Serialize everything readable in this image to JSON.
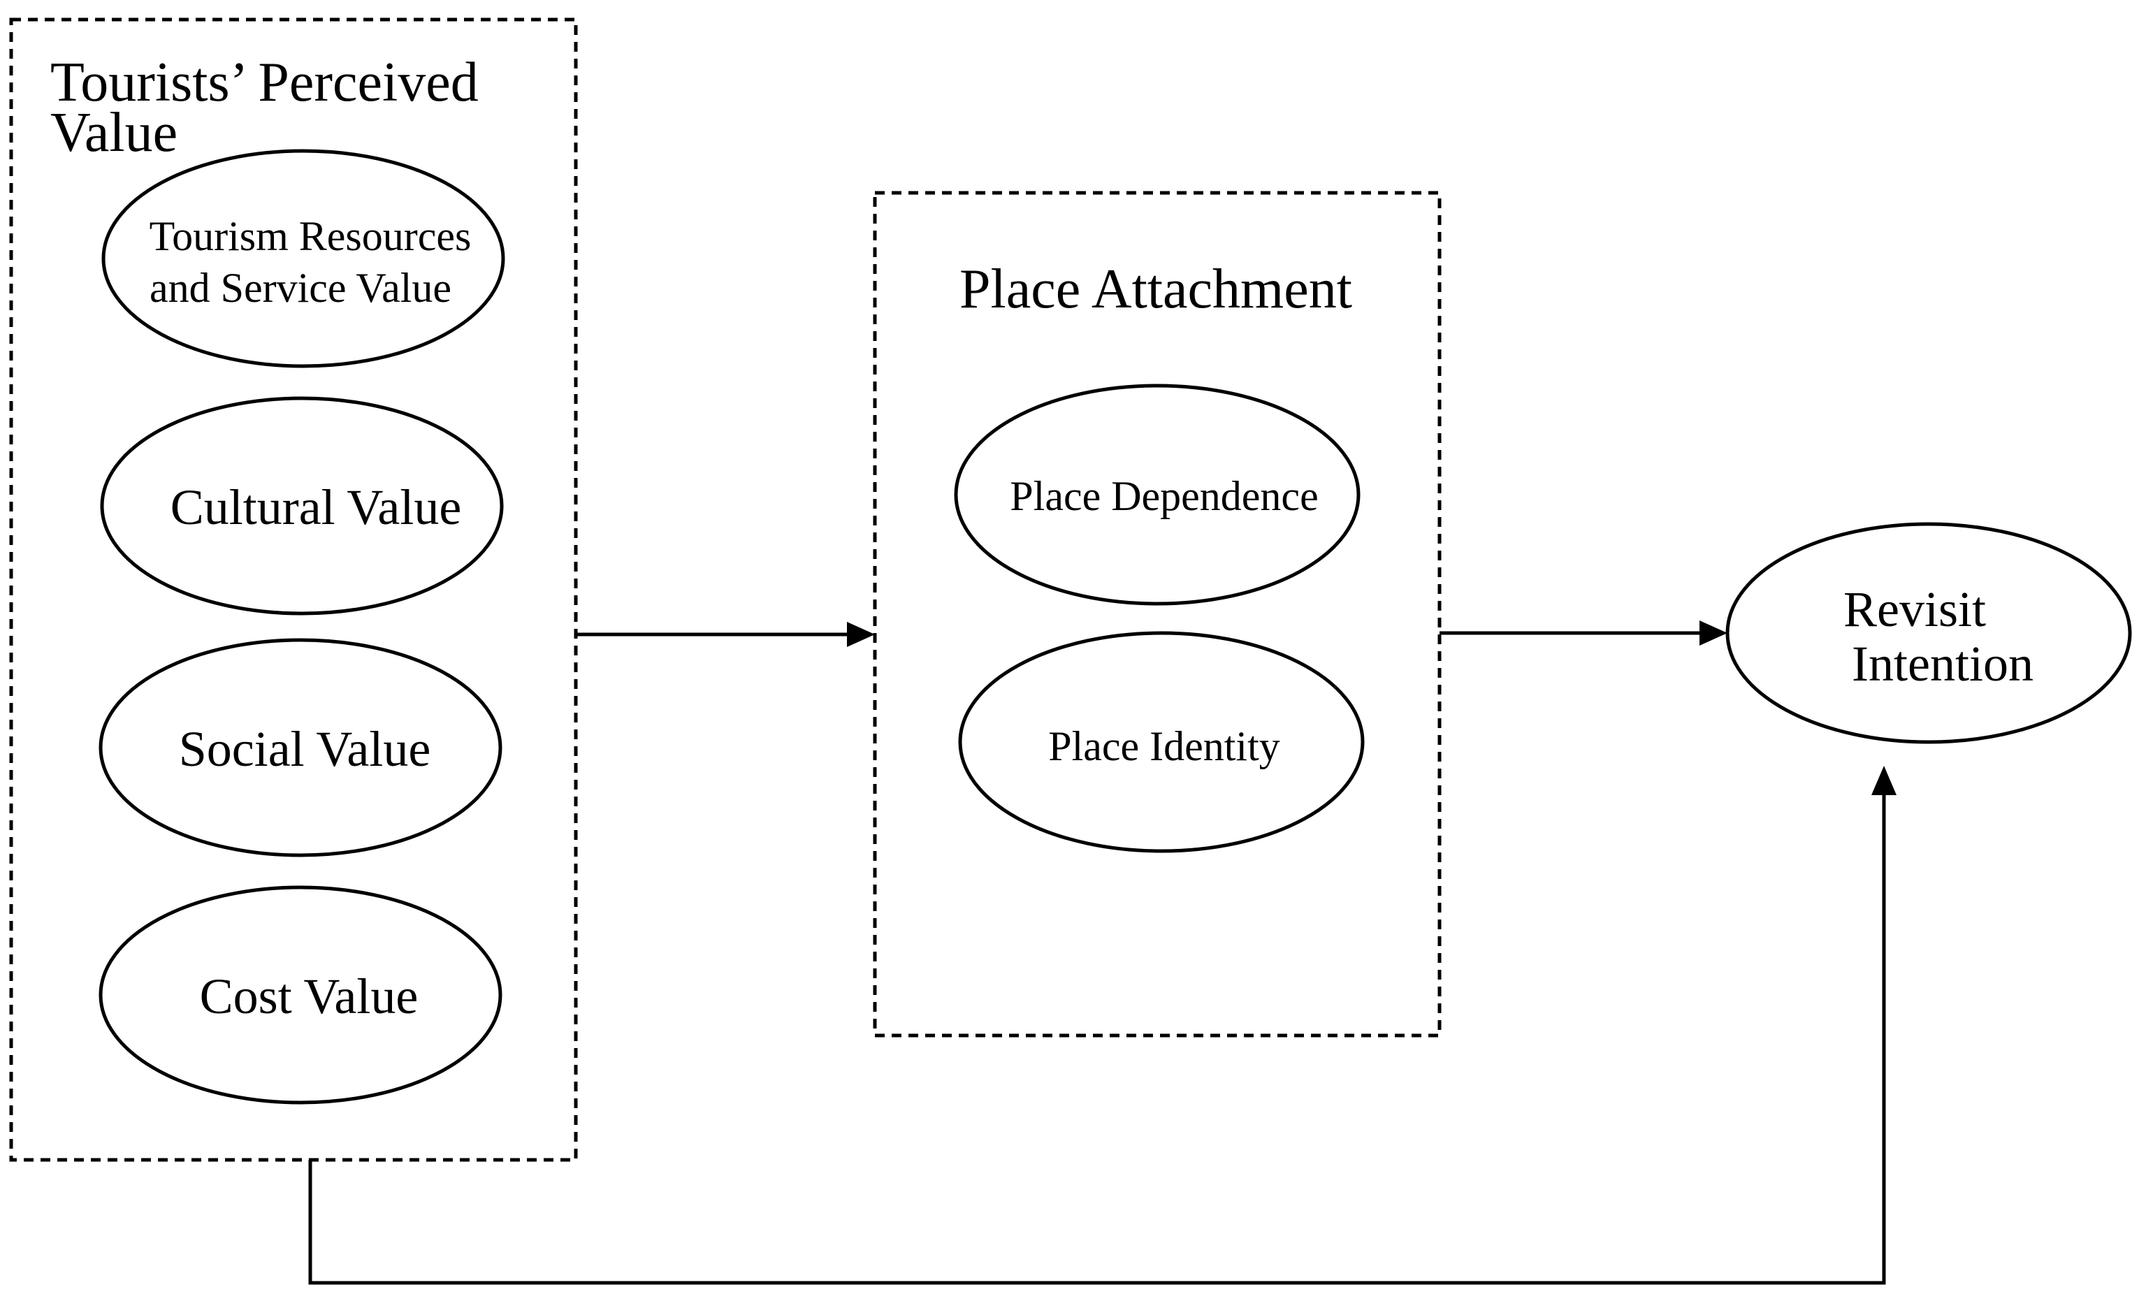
{
  "diagram": {
    "groups": {
      "perceived_value": {
        "title_line1": "Tourists’ Perceived",
        "title_line2": "Value"
      },
      "place_attachment": {
        "title": "Place Attachment"
      }
    },
    "nodes": {
      "tourism_resources": {
        "line1": "Tourism Resources",
        "line2": "and Service Value"
      },
      "cultural_value": {
        "label": "Cultural Value"
      },
      "social_value": {
        "label": "Social Value"
      },
      "cost_value": {
        "label": "Cost Value"
      },
      "place_dependence": {
        "label": "Place Dependence"
      },
      "place_identity": {
        "label": "Place Identity"
      },
      "revisit_intention": {
        "line1": "Revisit",
        "line2": "Intention"
      }
    },
    "edges": [
      {
        "from": "Tourists’ Perceived Value",
        "to": "Place Attachment"
      },
      {
        "from": "Place Attachment",
        "to": "Revisit Intention"
      },
      {
        "from": "Tourists’ Perceived Value",
        "to": "Revisit Intention"
      }
    ]
  }
}
